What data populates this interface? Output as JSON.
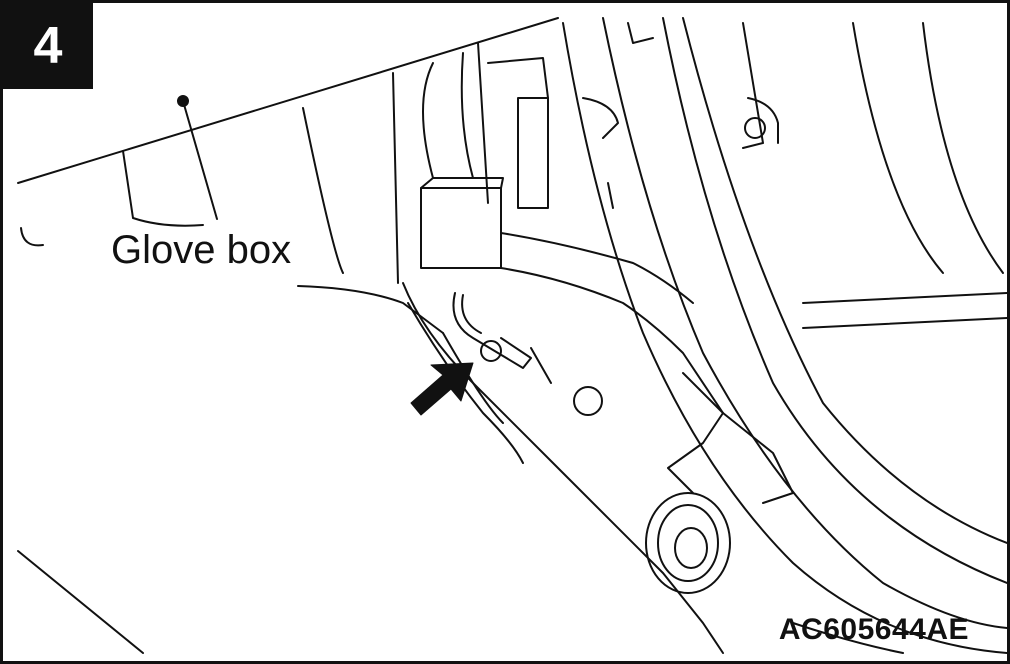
{
  "step_number": "4",
  "callout": {
    "label": "Glove box"
  },
  "figure_id": "AC605644AE",
  "indicators": [
    {
      "type": "arrow",
      "icon": "arrow-up-right-icon",
      "points_to": "ground-bolt"
    }
  ],
  "colors": {
    "line": "#111111",
    "background": "#ffffff"
  }
}
